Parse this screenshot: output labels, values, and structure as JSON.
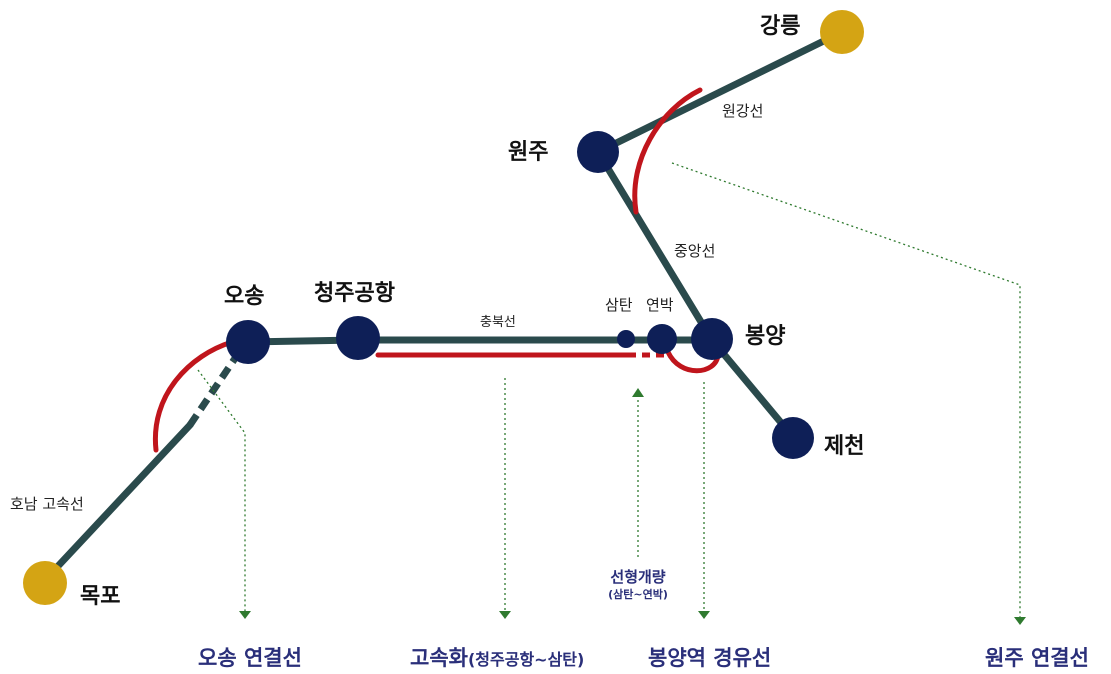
{
  "colors": {
    "existing_line": "#2a4a4c",
    "new_connection": "#c0151c",
    "major_station": "#0e1f57",
    "terminal_station": "#d4a414",
    "arrow": "#2f7a2f",
    "label_text": "#2a2f7a"
  },
  "stations": {
    "gangneung": "강릉",
    "wonju": "원주",
    "osong": "오송",
    "cheongju_airport": "청주공항",
    "samtan": "삼탄",
    "yeonbak": "연박",
    "bongyang": "봉양",
    "jecheon": "제천",
    "mokpo": "목포"
  },
  "lines": {
    "wongang": "원강선",
    "jungang": "중앙선",
    "chungbuk": "충북선",
    "honam_hsr": "호남 고속선"
  },
  "notes": {
    "alignment_main": "선형개량",
    "alignment_sub": "(삼탄~연박)"
  },
  "sections": {
    "osong_link": "오송 연결선",
    "speedup_main": "고속화",
    "speedup_range": "(청주공항~삼탄)",
    "bongyang_via": "봉양역 경유선",
    "wonju_link": "원주 연결선"
  }
}
